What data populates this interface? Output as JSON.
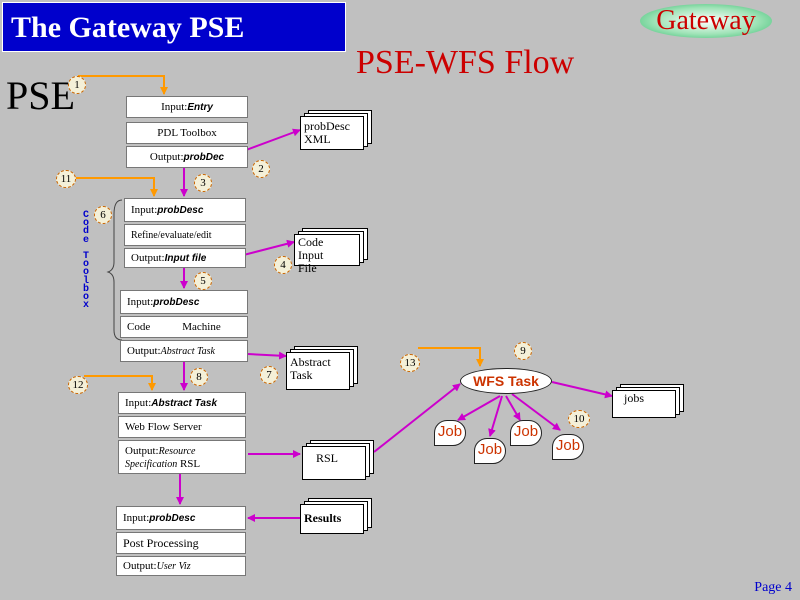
{
  "header": {
    "title": "The Gateway PSE",
    "pse_label": "PSE",
    "flow_title": "PSE-WFS Flow",
    "logo": "Gateway",
    "page": "Page 4"
  },
  "pse_blocks": {
    "pdl": {
      "input": "Input:",
      "input_val": "Entry",
      "main": "PDL Toolbox",
      "output": "Output:",
      "output_val": "probDec"
    },
    "edit": {
      "input": "Input:",
      "input_val": "probDesc",
      "main": "Refine/evaluate/edit",
      "output": "Output:",
      "output_val": "Input  file"
    },
    "code": {
      "input": "Input:",
      "input_val": "probDesc",
      "main_a": "Code",
      "main_b": "Machine",
      "output": "Output:",
      "output_val": "Abstract Task"
    },
    "wfs": {
      "input": "Input:",
      "input_val": "Abstract Task",
      "main": "Web Flow Server",
      "output": "Output:",
      "output_val": "Resource",
      "output_line2": "Specification",
      "output_rsl": "RSL"
    },
    "post": {
      "input": "Input:",
      "input_val": "probDesc",
      "main": "Post Processing",
      "output": "Output:",
      "output_val": "User Viz"
    }
  },
  "toolbox_label": "Code Toolbox",
  "docs": {
    "probdesc_a": "probDesc",
    "probdesc_b": "XML",
    "codein_a": "Code Input",
    "codein_b": "File",
    "abstract_a": "Abstract",
    "abstract_b": "Task",
    "rsl": "RSL",
    "results": "Results",
    "jobs": "jobs"
  },
  "wfs_task": "WFS Task",
  "jobs": [
    "Job",
    "Job",
    "Job",
    "Job"
  ],
  "markers": [
    "1",
    "2",
    "3",
    "4",
    "5",
    "6",
    "7",
    "8",
    "9",
    "10",
    "11",
    "12",
    "13"
  ],
  "colors": {
    "arrow_magenta": "#cc00cc",
    "arrow_orange": "#ff9900",
    "title_bg": "#0000cc"
  }
}
